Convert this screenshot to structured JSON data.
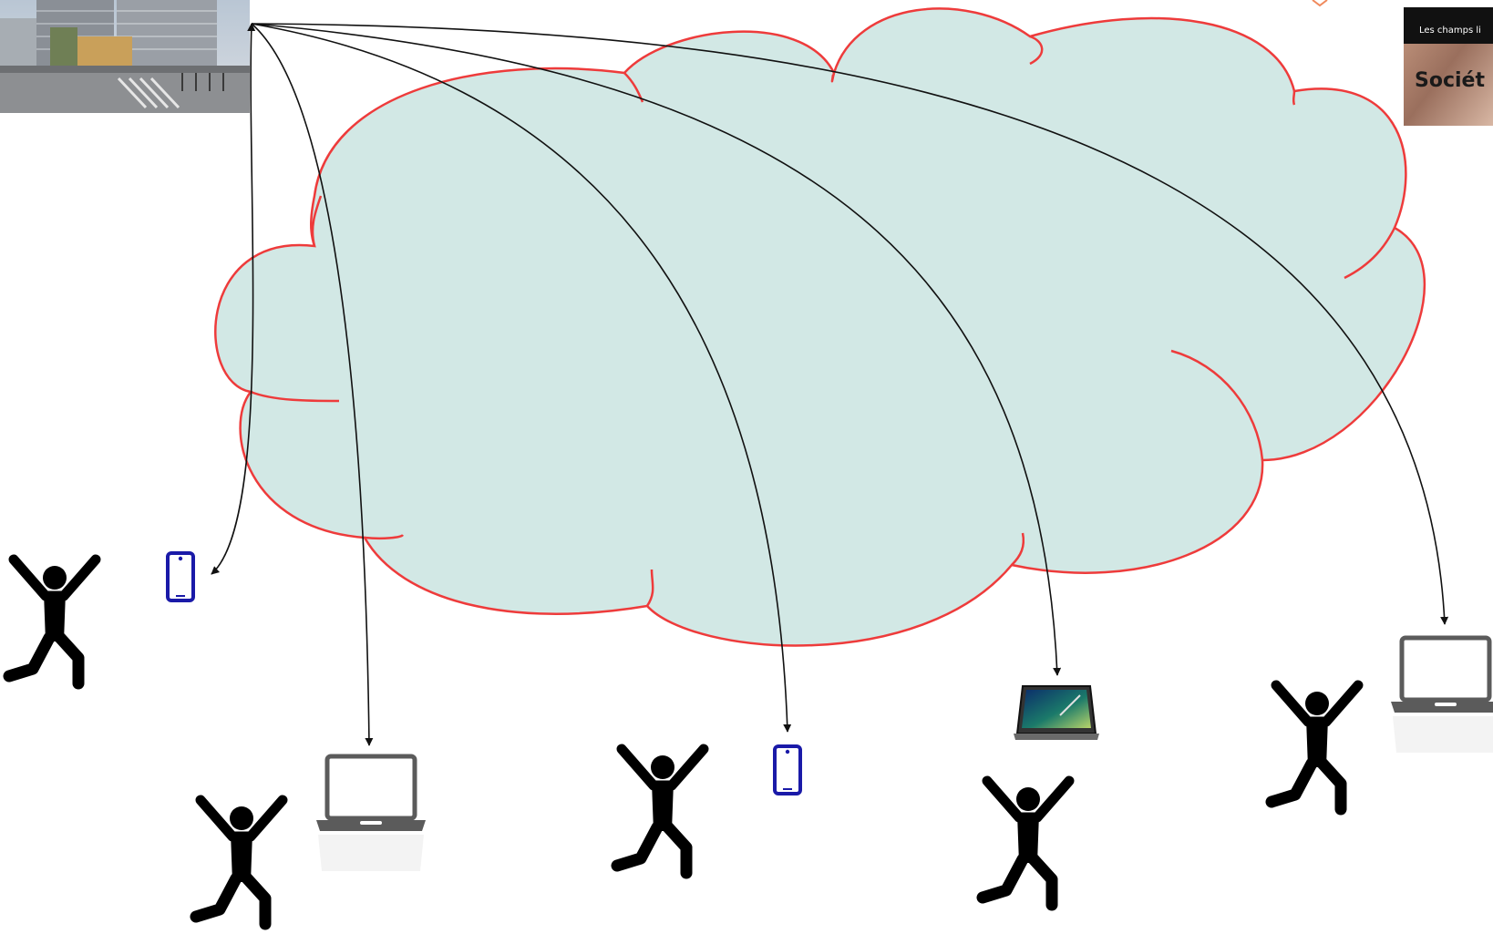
{
  "thumbnail": {
    "header_text": "Les champs li",
    "title_text": "Sociét"
  },
  "colors": {
    "cloud_fill": "#d2e8e5",
    "cloud_stroke": "#ee3b3b",
    "arrow": "#111111",
    "phone": "#1a1aa8",
    "figure": "#000000",
    "laptop": "#555555"
  },
  "icons": [
    "building-photo",
    "cloud-shape",
    "smartphone-icon",
    "laptop-icon",
    "tablet-icon",
    "person-jumping-icon",
    "book-cover-thumbnail"
  ]
}
